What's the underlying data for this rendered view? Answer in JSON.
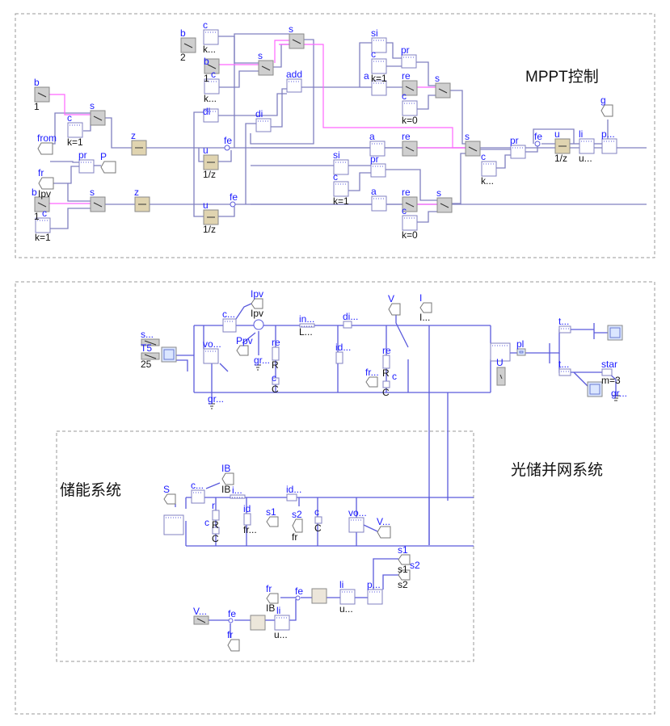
{
  "titles": {
    "mppt": "MPPT控制",
    "grid": "光储并网系统",
    "storage": "储能系统"
  },
  "colors": {
    "label": "#1a1aff",
    "wire": "#8080c0",
    "boolean_wire": "#ff66ff",
    "logic_block": "#cfcfcf",
    "discrete_block": "#e0d4b0"
  },
  "mppt": {
    "b2": {
      "label": "b",
      "value": "2"
    },
    "c1": {
      "label": "c",
      "value": "k..."
    },
    "b3": {
      "label": "b",
      "value": "1"
    },
    "c2": {
      "label": "c",
      "value": "k..."
    },
    "s1": {
      "label": "s"
    },
    "s2": {
      "label": "s"
    },
    "add": {
      "label": "add"
    },
    "b1": {
      "label": "b",
      "value": "1"
    },
    "s3": {
      "label": "s"
    },
    "c3": {
      "label": "c",
      "value": "k=1"
    },
    "z1": {
      "label": "z"
    },
    "from": {
      "label": "from"
    },
    "pr1": {
      "label": "pr"
    },
    "P": {
      "label": "P"
    },
    "fr": {
      "label": "fr",
      "value": "Ipv"
    },
    "b4": {
      "label": "b",
      "value": "1"
    },
    "s4": {
      "label": "s"
    },
    "c4": {
      "label": "c",
      "value": "k=1"
    },
    "z2": {
      "label": "z"
    },
    "di1": {
      "label": "di"
    },
    "di2": {
      "label": "di"
    },
    "fe1": {
      "label": "fe"
    },
    "u1": {
      "label": "u",
      "value": "1/z"
    },
    "fe2": {
      "label": "fe"
    },
    "u2": {
      "label": "u",
      "value": "1/z"
    },
    "si1": {
      "label": "si"
    },
    "c5": {
      "label": "c",
      "value": "k=1"
    },
    "a1": {
      "label": "a"
    },
    "pr2": {
      "label": "pr"
    },
    "re1": {
      "label": "re"
    },
    "s5": {
      "label": "s"
    },
    "c6": {
      "label": "c",
      "value": "k=0"
    },
    "a2": {
      "label": "a"
    },
    "re2": {
      "label": "re"
    },
    "si2": {
      "label": "si"
    },
    "pr3": {
      "label": "pr"
    },
    "c7": {
      "label": "c",
      "value": "k=1"
    },
    "a3": {
      "label": "a"
    },
    "re3": {
      "label": "re"
    },
    "s6": {
      "label": "s"
    },
    "c8": {
      "label": "c",
      "value": "k=0"
    },
    "s7": {
      "label": "s"
    },
    "pr4": {
      "label": "pr"
    },
    "c9": {
      "label": "c",
      "value": "k..."
    },
    "fe3": {
      "label": "fe"
    },
    "u3": {
      "label": "u",
      "value": "1/z"
    },
    "li": {
      "label": "li",
      "value": "u..."
    },
    "p": {
      "label": "p..."
    },
    "g": {
      "label": "g"
    }
  },
  "grid": {
    "s": {
      "label": "s..."
    },
    "T": {
      "label": "T5",
      "value": "25"
    },
    "pv": {
      "label": ""
    },
    "cs": {
      "label": "c..."
    },
    "ps": {
      "label": ""
    },
    "Ipv": {
      "label": "Ipv",
      "value": "Ipv"
    },
    "Ppv": {
      "label": "Ppv"
    },
    "gr1": {
      "label": "gr..."
    },
    "vo": {
      "label": "vo..."
    },
    "gr2": {
      "label": "gr..."
    },
    "re1": {
      "label": "re",
      "value": "R"
    },
    "ca1": {
      "label": "c",
      "value": "C"
    },
    "in": {
      "label": "in...",
      "value": "L..."
    },
    "di": {
      "label": "di..."
    },
    "id": {
      "label": "id..."
    },
    "fr": {
      "label": "fr..."
    },
    "re2": {
      "label": "re",
      "value": "R"
    },
    "ca2": {
      "label": "c",
      "value": "C"
    },
    "V": {
      "label": "V"
    },
    "I": {
      "label": "I",
      "value": "I..."
    },
    "inv": {
      "label": ""
    },
    "U": {
      "label": "U"
    },
    "pl": {
      "label": "pl"
    },
    "t1": {
      "label": "t..."
    },
    "t2": {
      "label": "t..."
    },
    "star": {
      "label": "star",
      "value": "m=3"
    },
    "gr3": {
      "label": "gr..."
    }
  },
  "storage": {
    "S": {
      "label": "S"
    },
    "bat": {
      "label": ""
    },
    "cs": {
      "label": "c..."
    },
    "IB": {
      "label": "IB",
      "value": "IB"
    },
    "R": {
      "label": "r",
      "value": "R"
    },
    "C1": {
      "label": "c",
      "value": "C"
    },
    "L": {
      "label": "i..."
    },
    "sw": {
      "label": "id",
      "value": "fr..."
    },
    "s1tag": {
      "label": "s1"
    },
    "id2": {
      "label": "id..."
    },
    "s2tag": {
      "label": "s2",
      "value": "fr"
    },
    "C2": {
      "label": "c",
      "value": "C"
    },
    "vo": {
      "label": "vo..."
    },
    "V": {
      "label": "V..."
    },
    "s1out": {
      "label": "s1",
      "value": "s1"
    },
    "s2out": {
      "label": "s2",
      "value": "s2"
    },
    "pwm": {
      "label": "p..."
    },
    "li1": {
      "label": "li",
      "value": "u..."
    },
    "flt1": {
      "label": ""
    },
    "fe1": {
      "label": "fe"
    },
    "frIB": {
      "label": "fr",
      "value": "IB"
    },
    "Vin": {
      "label": "V..."
    },
    "fe2": {
      "label": "fe"
    },
    "flt2": {
      "label": ""
    },
    "li2": {
      "label": "li",
      "value": "u..."
    },
    "fr2": {
      "label": "fr"
    }
  }
}
